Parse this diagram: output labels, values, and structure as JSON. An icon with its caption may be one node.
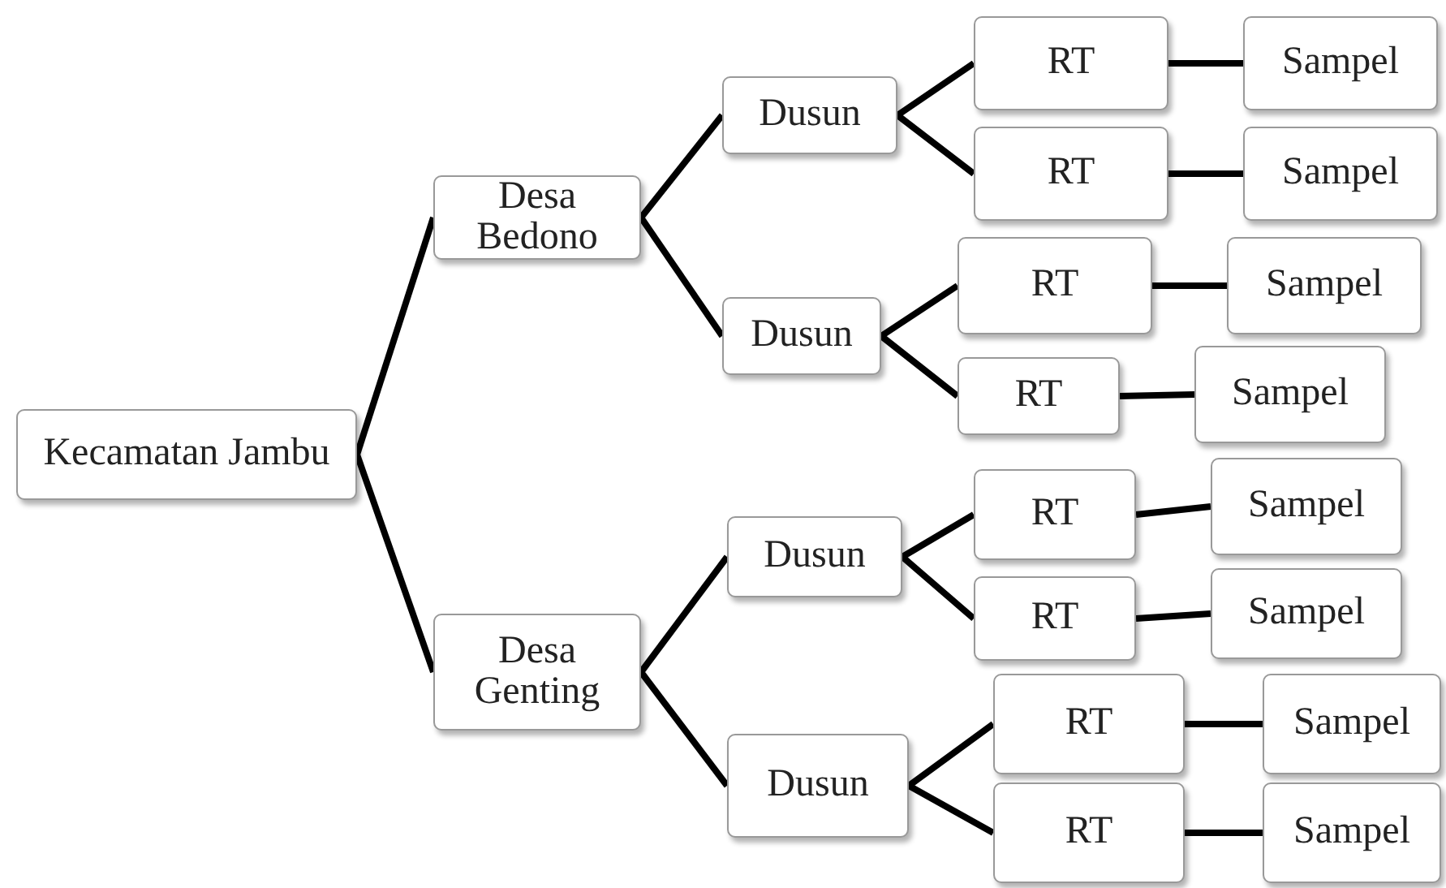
{
  "diagram": {
    "nodes": [
      {
        "text": [
          "Kecamatan Jambu"
        ]
      },
      {
        "text": [
          "Desa Bedono"
        ]
      },
      {
        "text": [
          "Dusun"
        ]
      },
      {
        "text": [
          "RT"
        ]
      },
      {
        "text": [
          "Sampel"
        ]
      },
      {
        "text": [
          "RT"
        ]
      },
      {
        "text": [
          "Sampel"
        ]
      },
      {
        "text": [
          "Dusun"
        ]
      },
      {
        "text": [
          "RT"
        ]
      },
      {
        "text": [
          "Sampel"
        ]
      },
      {
        "text": [
          "RT"
        ]
      },
      {
        "text": [
          "Sampel"
        ]
      },
      {
        "text": [
          "Desa Genting"
        ]
      },
      {
        "text": [
          "Dusun"
        ]
      },
      {
        "text": [
          "RT"
        ]
      },
      {
        "text": [
          "Sampel"
        ]
      },
      {
        "text": [
          "RT"
        ]
      },
      {
        "text": [
          "Sampel"
        ]
      },
      {
        "text": [
          "Dusun"
        ]
      },
      {
        "text": [
          "RT"
        ]
      },
      {
        "text": [
          "Sampel"
        ]
      },
      {
        "text": [
          "RT"
        ]
      },
      {
        "text": [
          "Sampel"
        ]
      }
    ],
    "edges": [
      {
        "from": 0,
        "to": 1,
        "arrow": "none"
      },
      {
        "from": 1,
        "to": 2,
        "arrow": "none"
      },
      {
        "from": 2,
        "to": 3,
        "arrow": "none"
      },
      {
        "from": 3,
        "to": 4,
        "arrow": "none"
      },
      {
        "from": 2,
        "to": 5,
        "arrow": "none"
      },
      {
        "from": 5,
        "to": 6,
        "arrow": "none"
      },
      {
        "from": 1,
        "to": 7,
        "arrow": "none"
      },
      {
        "from": 7,
        "to": 8,
        "arrow": "none"
      },
      {
        "from": 8,
        "to": 9,
        "arrow": "none"
      },
      {
        "from": 7,
        "to": 10,
        "arrow": "none"
      },
      {
        "from": 10,
        "to": 11,
        "arrow": "none"
      },
      {
        "from": 0,
        "to": 12,
        "arrow": "none"
      },
      {
        "from": 12,
        "to": 13,
        "arrow": "none"
      },
      {
        "from": 13,
        "to": 14,
        "arrow": "none"
      },
      {
        "from": 14,
        "to": 15,
        "arrow": "none"
      },
      {
        "from": 13,
        "to": 16,
        "arrow": "none"
      },
      {
        "from": 16,
        "to": 17,
        "arrow": "none"
      },
      {
        "from": 12,
        "to": 18,
        "arrow": "none"
      },
      {
        "from": 18,
        "to": 19,
        "arrow": "none"
      },
      {
        "from": 19,
        "to": 20,
        "arrow": "none"
      },
      {
        "from": 18,
        "to": 21,
        "arrow": "none"
      },
      {
        "from": 21,
        "to": 22,
        "arrow": "none"
      }
    ]
  }
}
